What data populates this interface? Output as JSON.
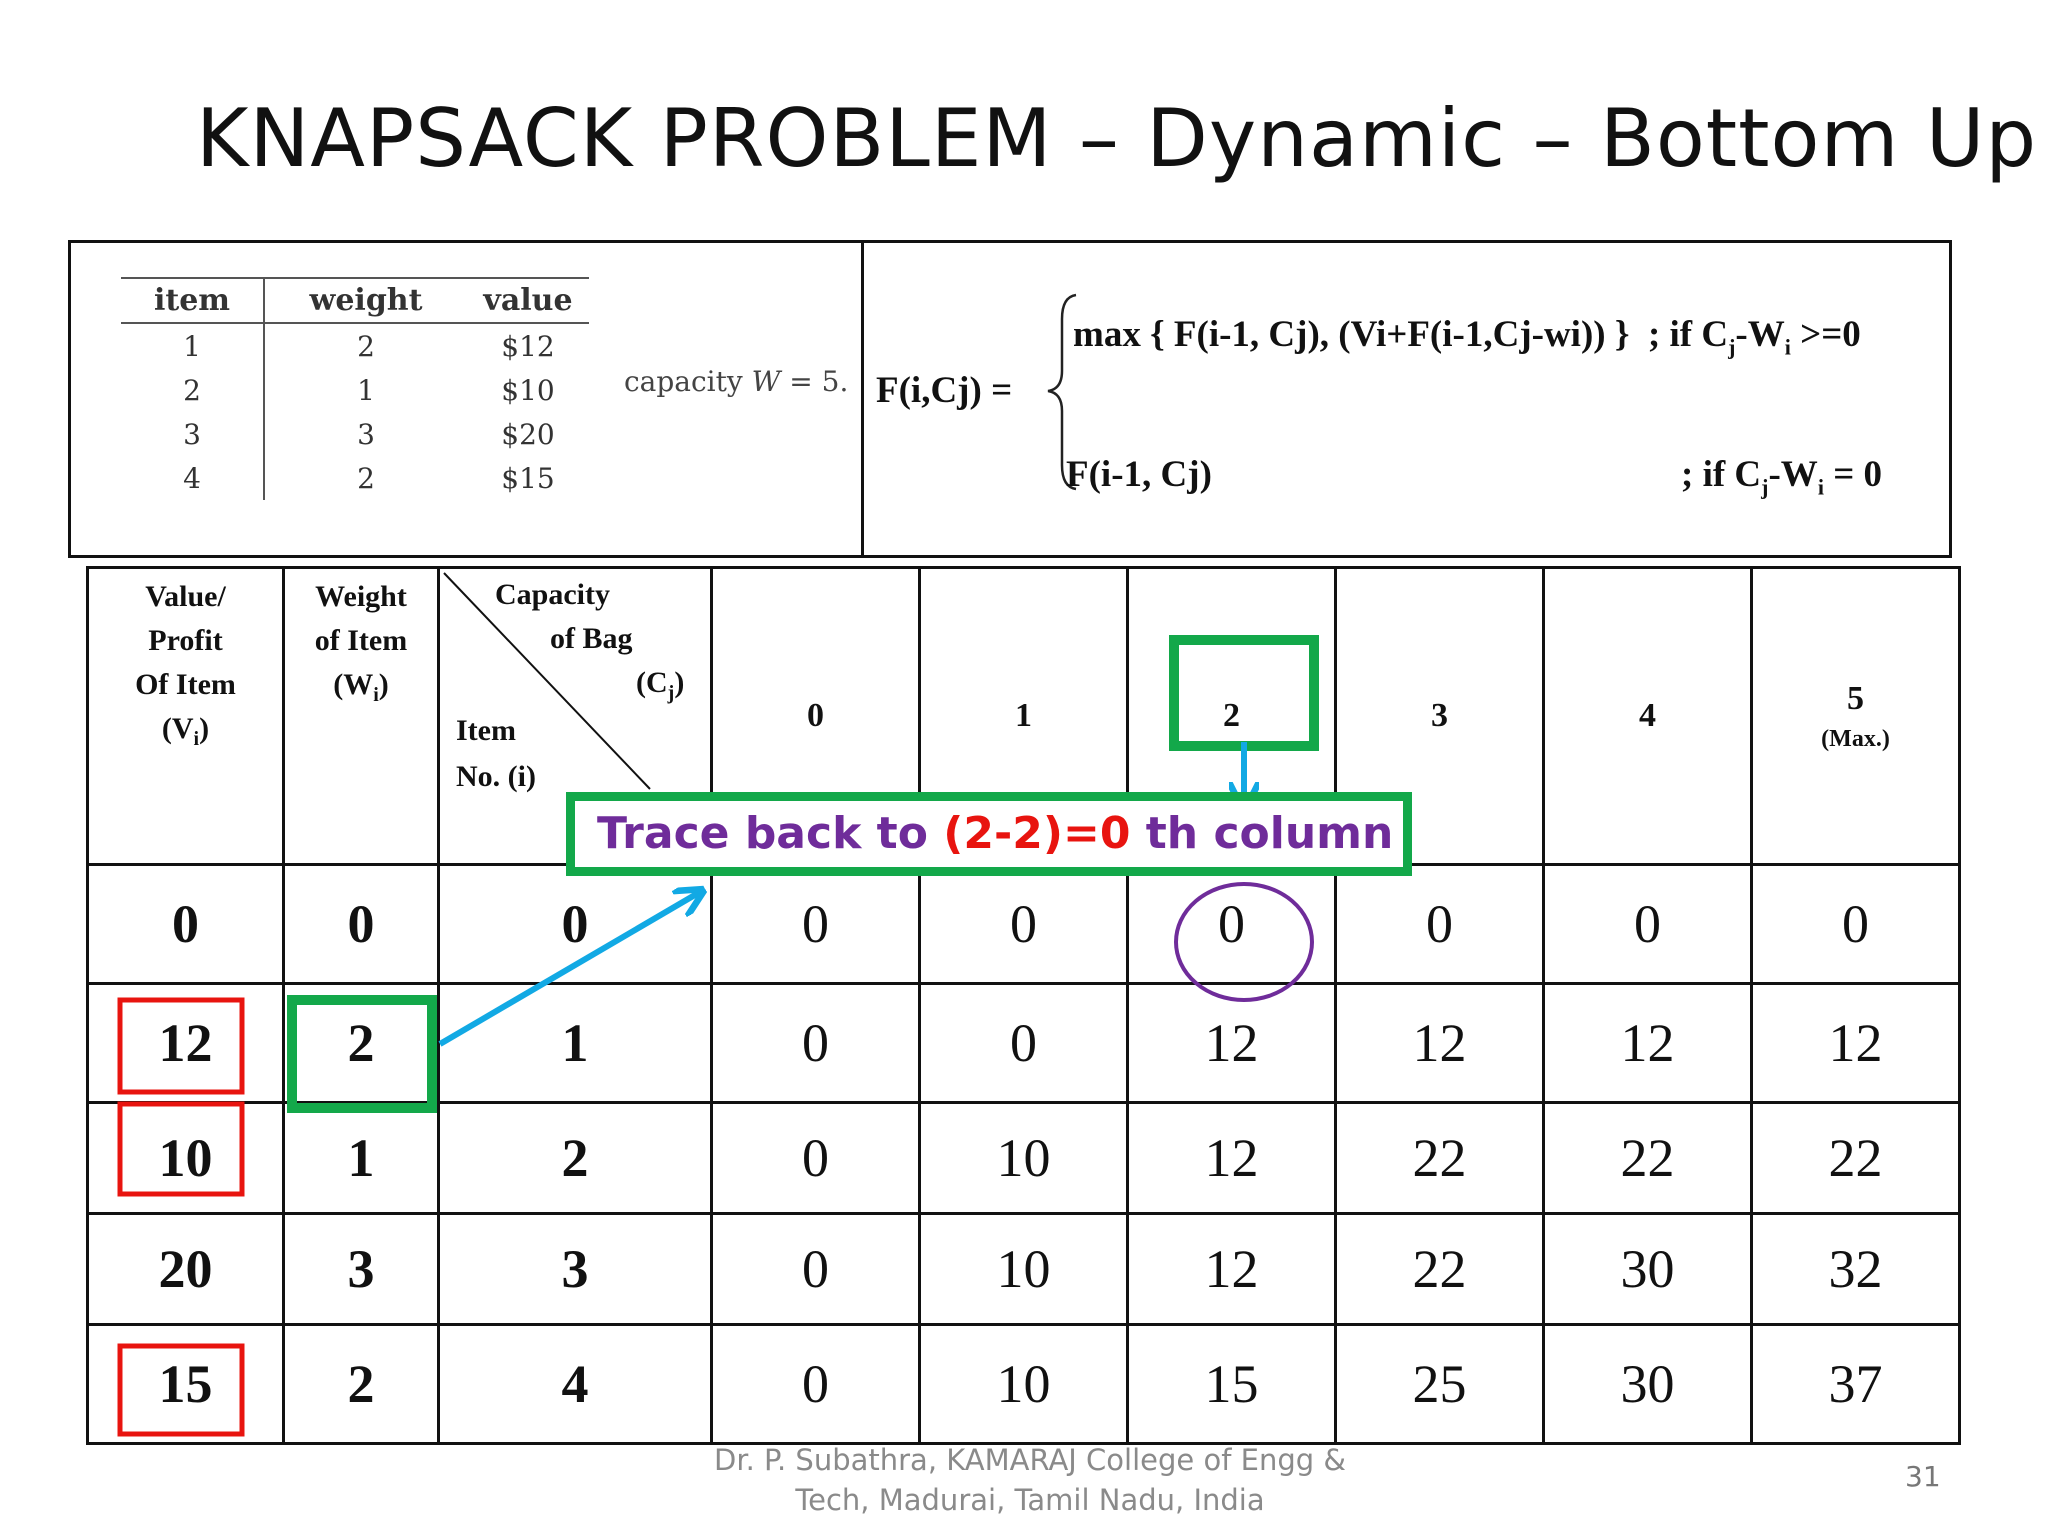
{
  "title": "KNAPSACK PROBLEM – Dynamic – Bottom Up",
  "items_table": {
    "headers": [
      "item",
      "weight",
      "value"
    ],
    "rows": [
      [
        "1",
        "2",
        "$12"
      ],
      [
        "2",
        "1",
        "$10"
      ],
      [
        "3",
        "3",
        "$20"
      ],
      [
        "4",
        "2",
        "$15"
      ]
    ]
  },
  "capacity": {
    "label": "capacity",
    "var": "W",
    "value": "= 5."
  },
  "formula": {
    "lhs": "F(i,Cj) =",
    "case1_expr": "max { F(i-1, Cj), (Vi+F(i-1,Cj-wi)) }",
    "case1_cond_pre": "; if C",
    "case1_cond_mid": "-W",
    "case1_cond_post": ">=0",
    "case2_expr": "F(i-1, Cj)",
    "case2_cond_pre": "; if C",
    "case2_cond_mid": "-W",
    "case2_cond_post": "= 0",
    "sub_j": "j",
    "sub_i": "i"
  },
  "grid": {
    "h_value": [
      "Value/",
      "Profit",
      "Of Item",
      "(V",
      ")"
    ],
    "h_weight": [
      "Weight",
      "of Item",
      "(W",
      ")"
    ],
    "h_capacity": [
      "Capacity",
      "of Bag",
      "(C",
      ")"
    ],
    "h_item": [
      "Item",
      "No.  (i)"
    ],
    "sub_i": "i",
    "sub_j": "j",
    "capacity_cols": [
      "0",
      "1",
      "2",
      "3",
      "4",
      "5"
    ],
    "max_label": "(Max.)",
    "rows": [
      {
        "v": "0",
        "w": "0",
        "i": "0",
        "cells": [
          "0",
          "0",
          "0",
          "0",
          "0",
          "0"
        ]
      },
      {
        "v": "12",
        "w": "2",
        "i": "1",
        "cells": [
          "0",
          "0",
          "12",
          "12",
          "12",
          "12"
        ]
      },
      {
        "v": "10",
        "w": "1",
        "i": "2",
        "cells": [
          "0",
          "10",
          "12",
          "22",
          "22",
          "22"
        ]
      },
      {
        "v": "20",
        "w": "3",
        "i": "3",
        "cells": [
          "0",
          "10",
          "12",
          "22",
          "30",
          "32"
        ]
      },
      {
        "v": "15",
        "w": "2",
        "i": "4",
        "cells": [
          "0",
          "10",
          "15",
          "25",
          "30",
          "37"
        ]
      }
    ]
  },
  "annotation": {
    "part1": "Trace back to ",
    "part2": "(2-2)=0",
    "part3": " th column"
  },
  "colors": {
    "green": "#13a84a",
    "red": "#e8140f",
    "blue": "#12a9e4",
    "purple": "#6f2c9a"
  },
  "footer": {
    "line1": "Dr. P. Subathra, KAMARAJ College of Engg &",
    "line2": "Tech, Madurai, Tamil Nadu, India"
  },
  "page_number": "31"
}
